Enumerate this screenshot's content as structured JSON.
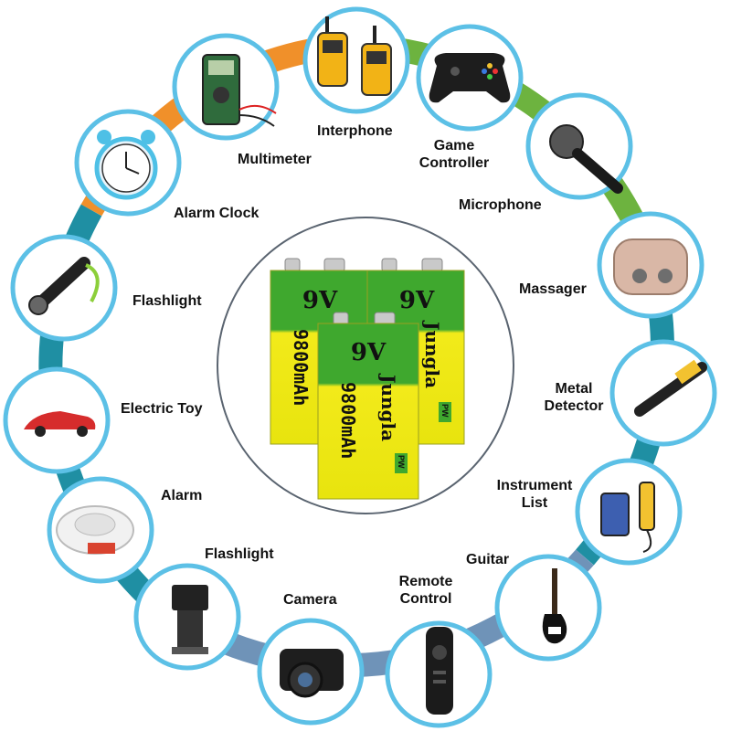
{
  "center": {
    "voltage": "9V",
    "capacity": "9800mAh",
    "brand": "Jungla",
    "brand_tag": "PW"
  },
  "colors": {
    "ring_orange": "#f0902a",
    "ring_green": "#6db33f",
    "ring_teal": "#1f8fa3",
    "ring_slate": "#6f93b8",
    "circle_border": "#5cc0e6",
    "battery_green": "#3fa82e",
    "battery_yellow": "#f2ea1a"
  },
  "devices": [
    {
      "label": "Interphone",
      "icon": "walkie-talkie-icon"
    },
    {
      "label": "Game Controller",
      "line1": "Game",
      "line2": "Controller",
      "icon": "game-controller-icon"
    },
    {
      "label": "Microphone",
      "icon": "microphone-icon"
    },
    {
      "label": "Massager",
      "icon": "massager-icon"
    },
    {
      "label": "Metal Detector",
      "line1": "Metal",
      "line2": "Detector",
      "icon": "metal-detector-icon"
    },
    {
      "label": "Instrument List",
      "line1": "Instrument",
      "line2": "List",
      "icon": "instrument-icon"
    },
    {
      "label": "Guitar",
      "icon": "guitar-icon"
    },
    {
      "label": "Remote Control",
      "line1": "Remote",
      "line2": "Control",
      "icon": "remote-control-icon"
    },
    {
      "label": "Camera",
      "icon": "camera-icon"
    },
    {
      "label": "Flashlight",
      "icon": "camera-flash-icon"
    },
    {
      "label": "Alarm",
      "icon": "smoke-alarm-icon"
    },
    {
      "label": "Electric Toy",
      "icon": "toy-car-icon"
    },
    {
      "label": "Flashlight",
      "icon": "flashlight-icon"
    },
    {
      "label": "Alarm Clock",
      "icon": "alarm-clock-icon"
    },
    {
      "label": "Multimeter",
      "icon": "multimeter-icon"
    }
  ]
}
